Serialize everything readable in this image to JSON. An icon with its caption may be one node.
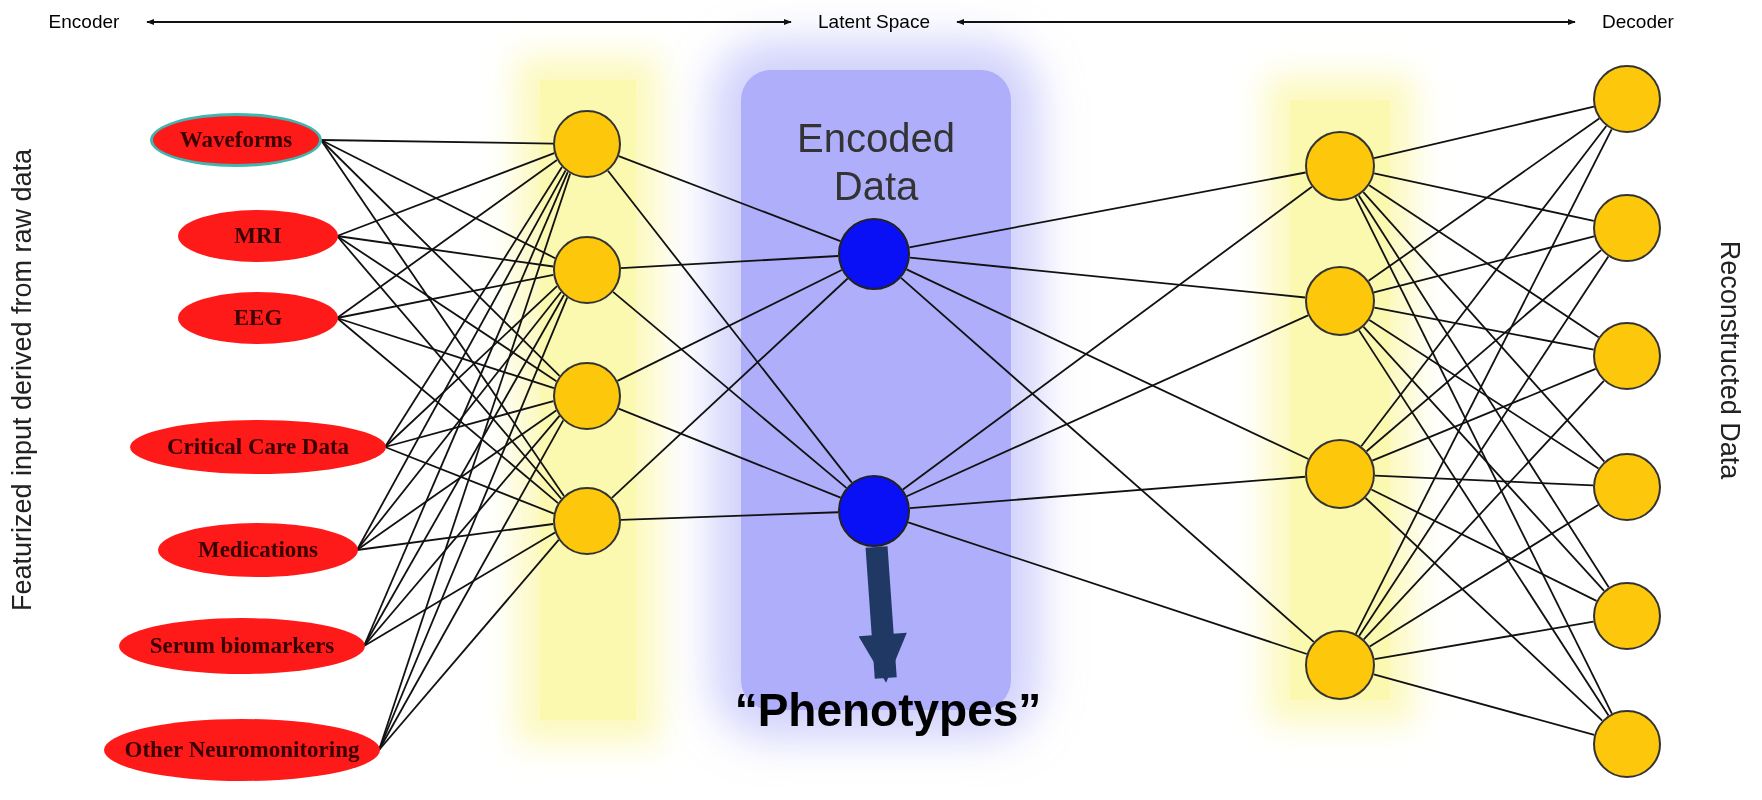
{
  "diagram": {
    "nodes": [
      {
        "text": [
          "Encoder"
        ]
      },
      {
        "text": [
          "Latent Space"
        ]
      },
      {
        "text": [
          "Decoder"
        ]
      },
      {
        "text": [
          "Waveforms"
        ]
      },
      {
        "text": [
          "MRI"
        ]
      },
      {
        "text": [
          "EEG"
        ]
      },
      {
        "text": [
          "Critical Care Data"
        ]
      },
      {
        "text": [
          "Medications"
        ]
      },
      {
        "text": [
          "Serum biomarkers"
        ]
      },
      {
        "text": [
          "Other Neuromonitoring"
        ]
      },
      {
        "text": [],
        "shape": "circle"
      },
      {
        "text": [],
        "shape": "circle"
      },
      {
        "text": [],
        "shape": "circle"
      },
      {
        "text": [],
        "shape": "circle"
      },
      {
        "text": [
          "Encoded Data"
        ]
      },
      {
        "text": [],
        "shape": "circle",
        "in": 14
      },
      {
        "text": [],
        "shape": "circle",
        "in": 14
      },
      {
        "text": [],
        "shape": "circle"
      },
      {
        "text": [],
        "shape": "circle"
      },
      {
        "text": [],
        "shape": "circle"
      },
      {
        "text": [],
        "shape": "circle"
      },
      {
        "text": [],
        "shape": "circle"
      },
      {
        "text": [],
        "shape": "circle"
      },
      {
        "text": [],
        "shape": "circle"
      },
      {
        "text": [],
        "shape": "circle"
      },
      {
        "text": [],
        "shape": "circle"
      },
      {
        "text": [],
        "shape": "circle"
      },
      {
        "text": [
          "“Phenotypes”"
        ]
      }
    ],
    "edges": [
      {
        "from": 0,
        "to": 1,
        "arrow": "both"
      },
      {
        "from": 1,
        "to": 2,
        "arrow": "both"
      },
      {
        "from": 16,
        "to": 27,
        "arrow": "to",
        "style": "thick",
        "color": "#1f3864"
      },
      {
        "from": 3,
        "to": 10,
        "arrow": "none"
      },
      {
        "from": 3,
        "to": 11,
        "arrow": "none"
      },
      {
        "from": 3,
        "to": 12,
        "arrow": "none"
      },
      {
        "from": 3,
        "to": 13,
        "arrow": "none"
      },
      {
        "from": 4,
        "to": 10,
        "arrow": "none"
      },
      {
        "from": 4,
        "to": 11,
        "arrow": "none"
      },
      {
        "from": 4,
        "to": 12,
        "arrow": "none"
      },
      {
        "from": 4,
        "to": 13,
        "arrow": "none"
      },
      {
        "from": 5,
        "to": 10,
        "arrow": "none"
      },
      {
        "from": 5,
        "to": 11,
        "arrow": "none"
      },
      {
        "from": 5,
        "to": 12,
        "arrow": "none"
      },
      {
        "from": 5,
        "to": 13,
        "arrow": "none"
      },
      {
        "from": 6,
        "to": 10,
        "arrow": "none"
      },
      {
        "from": 6,
        "to": 11,
        "arrow": "none"
      },
      {
        "from": 6,
        "to": 12,
        "arrow": "none"
      },
      {
        "from": 6,
        "to": 13,
        "arrow": "none"
      },
      {
        "from": 7,
        "to": 10,
        "arrow": "none"
      },
      {
        "from": 7,
        "to": 11,
        "arrow": "none"
      },
      {
        "from": 7,
        "to": 12,
        "arrow": "none"
      },
      {
        "from": 7,
        "to": 13,
        "arrow": "none"
      },
      {
        "from": 8,
        "to": 10,
        "arrow": "none"
      },
      {
        "from": 8,
        "to": 11,
        "arrow": "none"
      },
      {
        "from": 8,
        "to": 12,
        "arrow": "none"
      },
      {
        "from": 8,
        "to": 13,
        "arrow": "none"
      },
      {
        "from": 9,
        "to": 10,
        "arrow": "none"
      },
      {
        "from": 9,
        "to": 11,
        "arrow": "none"
      },
      {
        "from": 9,
        "to": 12,
        "arrow": "none"
      },
      {
        "from": 9,
        "to": 13,
        "arrow": "none"
      },
      {
        "from": 10,
        "to": 15,
        "arrow": "none"
      },
      {
        "from": 10,
        "to": 16,
        "arrow": "none"
      },
      {
        "from": 11,
        "to": 15,
        "arrow": "none"
      },
      {
        "from": 11,
        "to": 16,
        "arrow": "none"
      },
      {
        "from": 12,
        "to": 15,
        "arrow": "none"
      },
      {
        "from": 12,
        "to": 16,
        "arrow": "none"
      },
      {
        "from": 13,
        "to": 15,
        "arrow": "none"
      },
      {
        "from": 13,
        "to": 16,
        "arrow": "none"
      },
      {
        "from": 15,
        "to": 17,
        "arrow": "none"
      },
      {
        "from": 15,
        "to": 18,
        "arrow": "none"
      },
      {
        "from": 15,
        "to": 19,
        "arrow": "none"
      },
      {
        "from": 15,
        "to": 20,
        "arrow": "none"
      },
      {
        "from": 16,
        "to": 17,
        "arrow": "none"
      },
      {
        "from": 16,
        "to": 18,
        "arrow": "none"
      },
      {
        "from": 16,
        "to": 19,
        "arrow": "none"
      },
      {
        "from": 16,
        "to": 20,
        "arrow": "none"
      },
      {
        "from": 17,
        "to": 21,
        "arrow": "none"
      },
      {
        "from": 17,
        "to": 22,
        "arrow": "none"
      },
      {
        "from": 17,
        "to": 23,
        "arrow": "none"
      },
      {
        "from": 17,
        "to": 24,
        "arrow": "none"
      },
      {
        "from": 17,
        "to": 25,
        "arrow": "none"
      },
      {
        "from": 17,
        "to": 26,
        "arrow": "none"
      },
      {
        "from": 18,
        "to": 21,
        "arrow": "none"
      },
      {
        "from": 18,
        "to": 22,
        "arrow": "none"
      },
      {
        "from": 18,
        "to": 23,
        "arrow": "none"
      },
      {
        "from": 18,
        "to": 24,
        "arrow": "none"
      },
      {
        "from": 18,
        "to": 25,
        "arrow": "none"
      },
      {
        "from": 18,
        "to": 26,
        "arrow": "none"
      },
      {
        "from": 19,
        "to": 21,
        "arrow": "none"
      },
      {
        "from": 19,
        "to": 22,
        "arrow": "none"
      },
      {
        "from": 19,
        "to": 23,
        "arrow": "none"
      },
      {
        "from": 19,
        "to": 24,
        "arrow": "none"
      },
      {
        "from": 19,
        "to": 25,
        "arrow": "none"
      },
      {
        "from": 19,
        "to": 26,
        "arrow": "none"
      },
      {
        "from": 20,
        "to": 21,
        "arrow": "none"
      },
      {
        "from": 20,
        "to": 22,
        "arrow": "none"
      },
      {
        "from": 20,
        "to": 23,
        "arrow": "none"
      },
      {
        "from": 20,
        "to": 24,
        "arrow": "none"
      },
      {
        "from": 20,
        "to": 25,
        "arrow": "none"
      },
      {
        "from": 20,
        "to": 26,
        "arrow": "none"
      }
    ],
    "labels": [
      "Featurized input derived from raw data",
      "Reconstructed Data"
    ]
  }
}
